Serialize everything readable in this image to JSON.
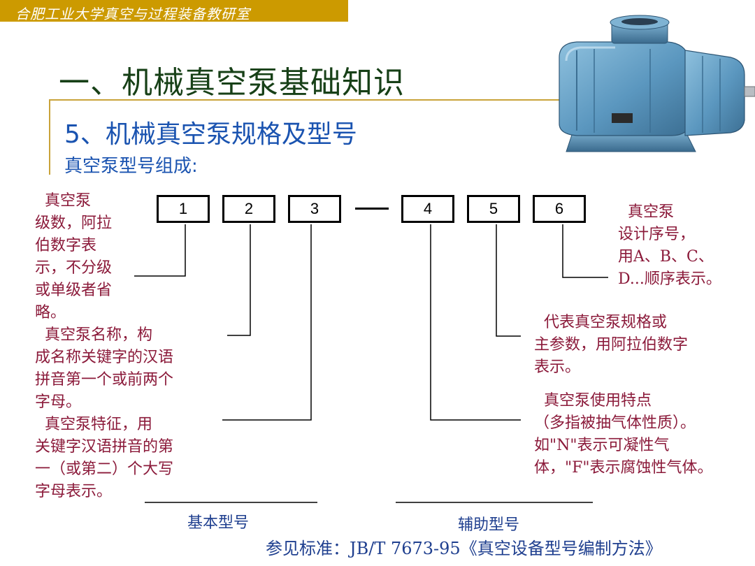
{
  "header": {
    "institution": "合肥工业大学真空与过程装备教研室",
    "bar_color": "#cc9a00"
  },
  "title": {
    "main": "一、机械真空泵基础知识",
    "subtitle": "5、机械真空泵规格及型号",
    "subheading": "真空泵型号组成:"
  },
  "model_boxes": [
    "1",
    "2",
    "3",
    "4",
    "5",
    "6"
  ],
  "descriptions": {
    "d1": "  真空泵\n级数，阿拉\n伯数字表\n示，不分级\n或单级者省\n略。",
    "d2": "  真空泵名称，构\n成名称关键字的汉语\n拼音第一个或前两个\n字母。",
    "d3": "  真空泵特征，用\n关键字汉语拼音的第\n一（或第二）个大写\n字母表示。",
    "d4": "  真空泵使用特点\n（多指被抽气体性质）。\n如\"N\"表示可凝性气\n体，\"F\"表示腐蚀性气体。",
    "d5": "  代表真空泵规格或\n主参数，用阿拉伯数字\n表示。",
    "d6": "  真空泵\n设计序号，\n用A、B、C、\nD...顺序表示。"
  },
  "groups": {
    "basic": "基本型号",
    "auxiliary": "辅助型号"
  },
  "footer": "参见标准：JB/T 7673-95《真空设备型号编制方法》",
  "colors": {
    "title": "#174017",
    "subtitle": "#1a53b0",
    "description": "#8b1a3a",
    "label": "#1f3f8f",
    "accent": "#c9a33a",
    "pump_body": "#5b97bf"
  }
}
